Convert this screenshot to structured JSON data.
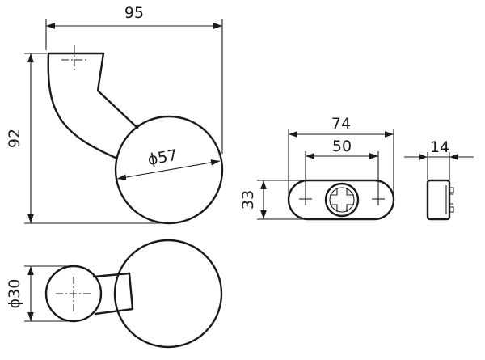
{
  "dimensions": {
    "hook_width": "95",
    "hook_height": "92",
    "rosette_diameter": "ϕ57",
    "arm_diameter": "ϕ30",
    "base_length": "74",
    "hole_spacing": "50",
    "base_height": "33",
    "base_depth": "14"
  }
}
